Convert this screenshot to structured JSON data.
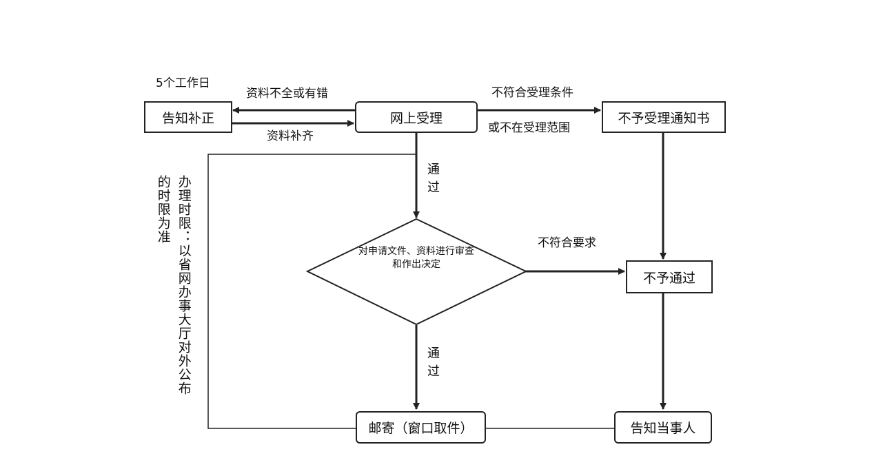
{
  "nodes": {
    "notify_fix": "告知补正",
    "online_accept": "网上受理",
    "reject_notice": "不予受理通知书",
    "review": "对申请文件、资料进行审查和作出决定",
    "not_pass": "不予通过",
    "mail": "邮寄（窗口取件）",
    "notify_party": "告知当事人"
  },
  "labels": {
    "five_days": "5个工作日",
    "incomplete": "资料不全或有错",
    "supplement": "资料补齐",
    "not_meet": "不符合受理条件",
    "out_scope": "或不在受理范围",
    "pass1": "通过",
    "pass2": "通过",
    "not_meet_req": "不符合要求",
    "time_limit_col1": "办理时限：以省网办事大厅对外公布",
    "time_limit_col2": "的时限为准"
  },
  "colors": {
    "line": "#222222",
    "box_border": "#222222"
  }
}
